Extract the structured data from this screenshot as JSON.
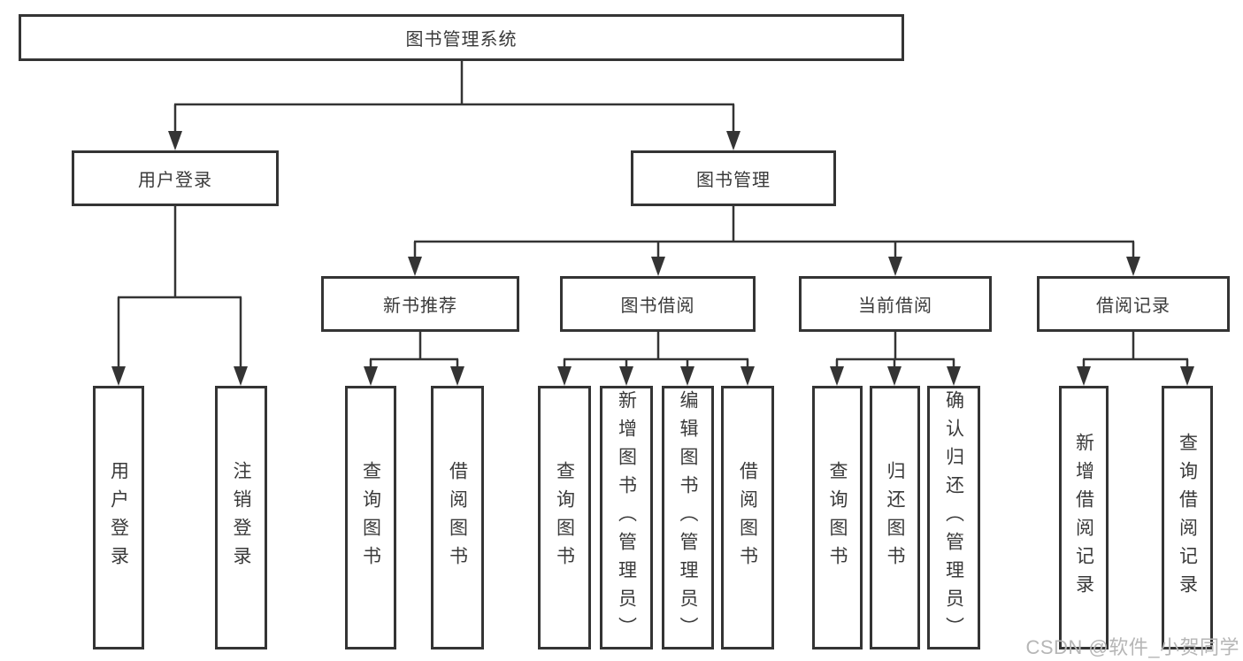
{
  "tree": {
    "label": "图书管理系统",
    "children": [
      {
        "label": "用户登录",
        "children": [
          {
            "label": "用户登录"
          },
          {
            "label": "注销登录"
          }
        ]
      },
      {
        "label": "图书管理",
        "children": [
          {
            "label": "新书推荐",
            "children": [
              {
                "label": "查询图书"
              },
              {
                "label": "借阅图书"
              }
            ]
          },
          {
            "label": "图书借阅",
            "children": [
              {
                "label": "查询图书"
              },
              {
                "label": "新增图书（管理员）"
              },
              {
                "label": "编辑图书（管理员）"
              },
              {
                "label": "借阅图书"
              }
            ]
          },
          {
            "label": "当前借阅",
            "children": [
              {
                "label": "查询图书"
              },
              {
                "label": "归还图书"
              },
              {
                "label": "确认归还（管理员）"
              }
            ]
          },
          {
            "label": "借阅记录",
            "children": [
              {
                "label": "新增借阅记录"
              },
              {
                "label": "查询借阅记录"
              }
            ]
          }
        ]
      }
    ]
  },
  "watermark": "CSDN @软件_小贺同学",
  "colors": {
    "line": "#343434",
    "box_border": "#343434",
    "box_fill": "#ffffff",
    "text": "#3a3a3a",
    "watermark": "#b6b6b6",
    "background": "#ffffff"
  }
}
